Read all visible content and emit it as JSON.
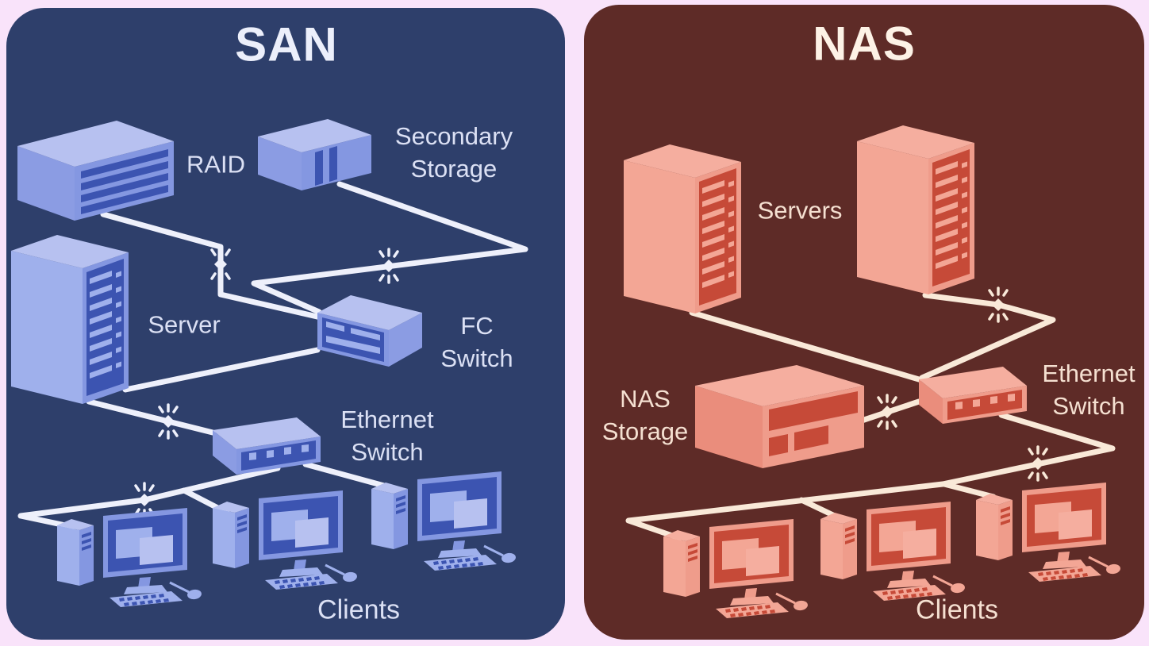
{
  "page": {
    "background_color": "#f9e3fa",
    "description": "SAN versus NAS network architecture comparison diagram"
  },
  "san_panel": {
    "title": "SAN",
    "background_color": "#2e3f6b",
    "line_color": "#eef0fb",
    "text_color": "#dbe0f4",
    "labels": {
      "raid": "RAID",
      "secondary_storage": "Secondary\nStorage",
      "server": "Server",
      "fc_switch": "FC\nSwitch",
      "ethernet_switch": "Ethernet\nSwitch",
      "clients": "Clients"
    },
    "icons": [
      "raid-array-icon",
      "secondary-storage-icon",
      "server-tower-icon",
      "fc-switch-icon",
      "ethernet-switch-icon",
      "client-workstation-icon",
      "client-workstation-icon",
      "client-workstation-icon",
      "connection-node-icon"
    ],
    "connections": [
      "raid to fc-switch",
      "secondary-storage to fc-switch",
      "server to fc-switch",
      "server to ethernet-switch",
      "ethernet-switch to clients bus"
    ]
  },
  "nas_panel": {
    "title": "NAS",
    "background_color": "#5e2b27",
    "line_color": "#f9e9d8",
    "text_color": "#f5e0d1",
    "labels": {
      "servers": "Servers",
      "nas_storage": "NAS\nStorage",
      "ethernet_switch": "Ethernet\nSwitch",
      "clients": "Clients"
    },
    "icons": [
      "server-tower-icon",
      "server-tower-icon",
      "nas-storage-icon",
      "ethernet-switch-icon",
      "client-workstation-icon",
      "client-workstation-icon",
      "client-workstation-icon",
      "connection-node-icon"
    ],
    "connections": [
      "server-1 to ethernet-switch",
      "server-2 to ethernet-switch",
      "nas-storage to ethernet-switch",
      "ethernet-switch to clients bus"
    ]
  }
}
